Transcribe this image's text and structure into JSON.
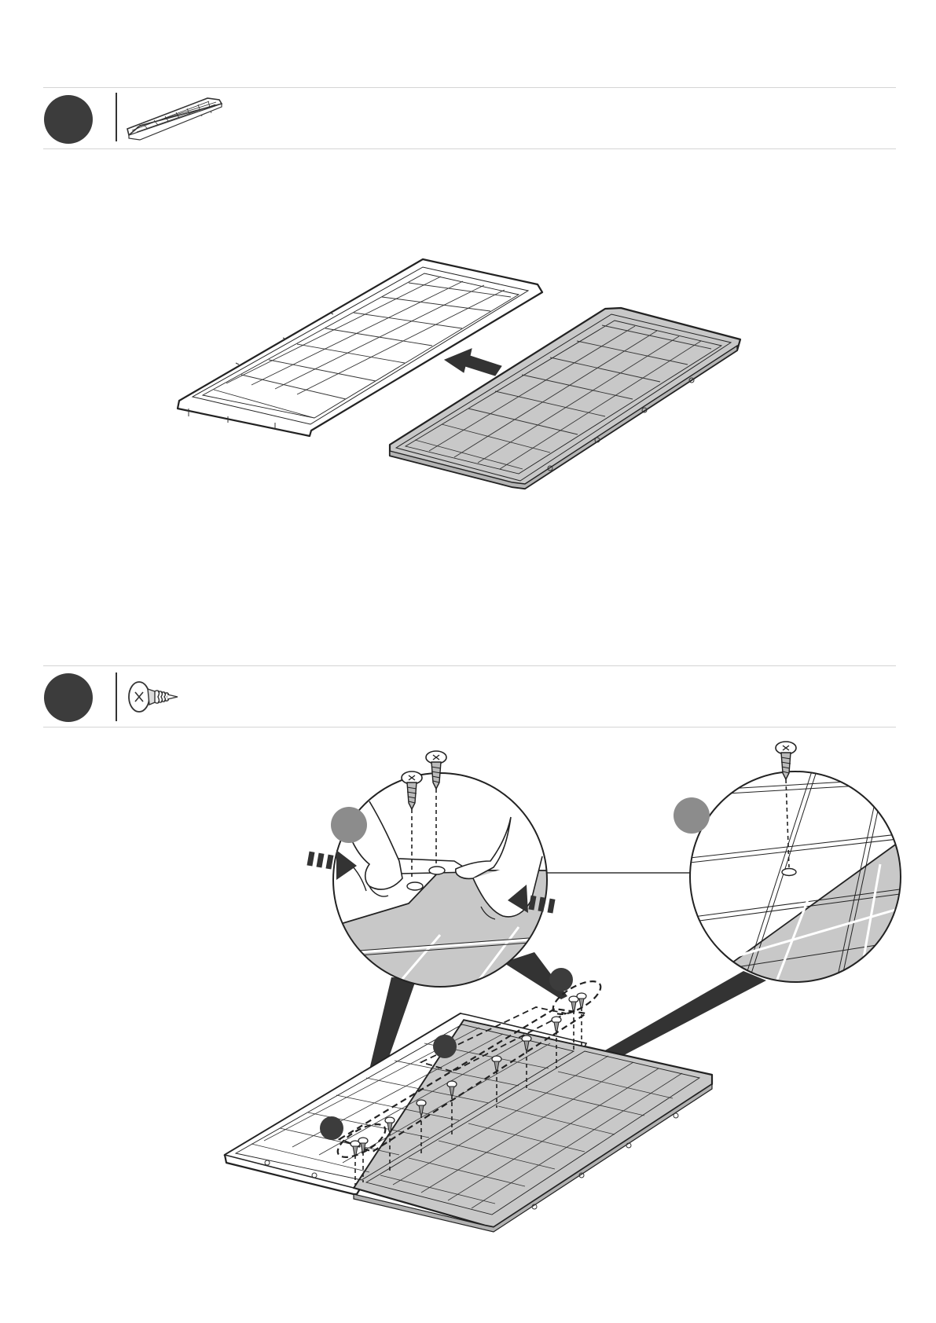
{
  "document": {
    "type": "assembly-instructions-page",
    "steps": [
      {
        "id": "step-a",
        "parts": [
          {
            "icon": "floor-panel-icon",
            "quantity": ""
          }
        ]
      },
      {
        "id": "step-b",
        "parts": [
          {
            "icon": "screw-icon",
            "quantity": ""
          }
        ]
      }
    ]
  },
  "colors": {
    "dark": "#3c3c3c",
    "panel_shaded": "#c8c8c8",
    "marker_gray": "#8c8c8c",
    "rule": "#d4d4d4"
  }
}
